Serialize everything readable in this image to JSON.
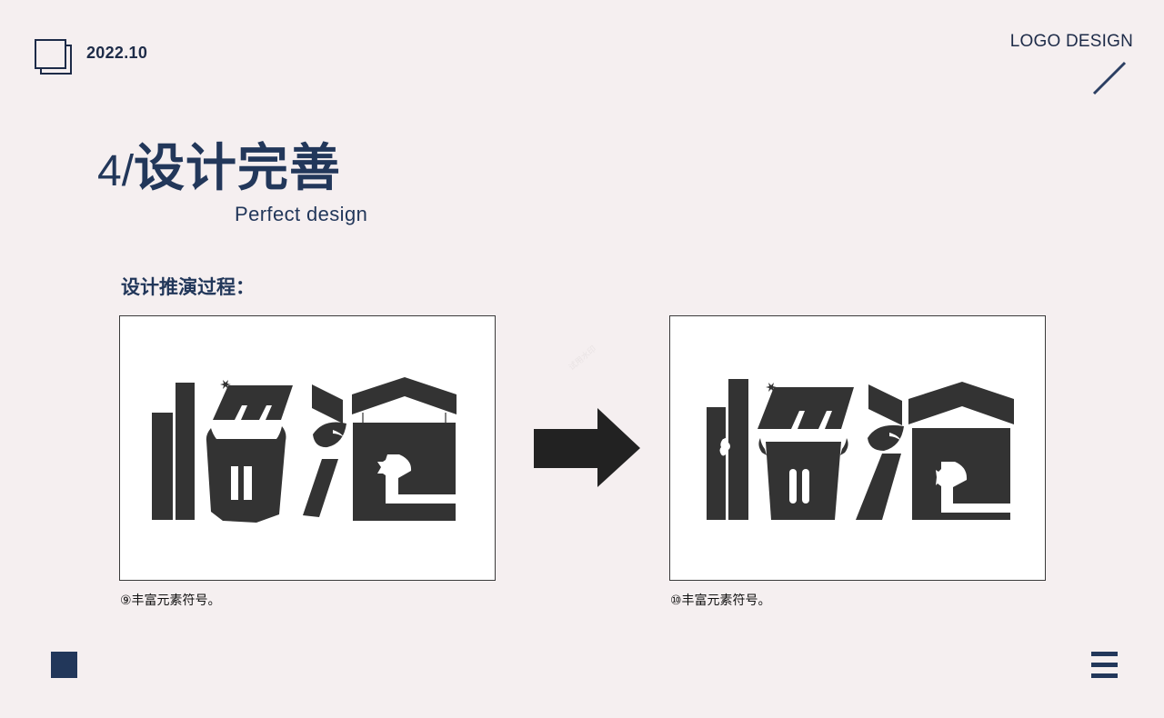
{
  "header": {
    "date": "2022.10",
    "brand": "LOGO DESIGN",
    "icons": {
      "date": "stacked-squares-icon",
      "deco": "diagonal-slash-icon"
    }
  },
  "title": {
    "number": "4/",
    "main": "设计完善",
    "subtitle": "Perfect design"
  },
  "section": {
    "label": "设计推演过程："
  },
  "panels": [
    {
      "caption": "⑨丰富元素符号。",
      "logo_text": "临沧",
      "variant": "step-9"
    },
    {
      "caption": "⑩丰富元素符号。",
      "logo_text": "临沧",
      "variant": "step-10"
    }
  ],
  "transition": {
    "icon": "right-arrow-icon"
  },
  "watermark": "试用水印",
  "footer": {
    "left_icon": "navy-square-icon",
    "right_icon": "hamburger-menu-icon"
  },
  "colors": {
    "background": "#f5eff0",
    "accent_navy": "#22375a",
    "logo_fill": "#333333",
    "arrow_fill": "#222222",
    "panel_bg": "#ffffff"
  }
}
